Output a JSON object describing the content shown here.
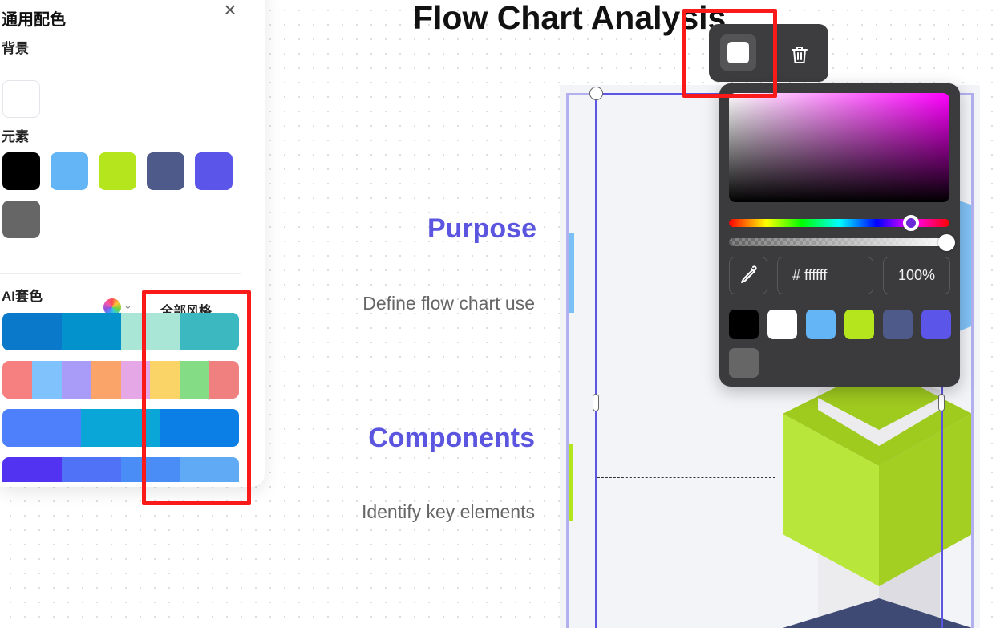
{
  "panel": {
    "title": "通用配色",
    "background_label": "背景",
    "background_color": "#ffffff",
    "elements_label": "元素",
    "element_colors": [
      "#000000",
      "#64b5f6",
      "#b5e61d",
      "#4e5b8a",
      "#5b55e9",
      "#666666"
    ],
    "ai_palette_label": "AI套色",
    "style_select": "全部风格",
    "palettes": [
      [
        "#0a79c9",
        "#0492cc",
        "#a9e6d6",
        "#3bb8c0"
      ],
      [
        "#f67f7f",
        "#7fc2fc",
        "#a99cf9",
        "#fba46a",
        "#e6a7e6",
        "#fad466",
        "#84dc84",
        "#f08080"
      ],
      [
        "#4f80fc",
        "#0aa6d8",
        "#0b7fe6"
      ],
      [
        "#5133f1",
        "#4f72f7",
        "#4a8df6",
        "#60aaf5"
      ]
    ]
  },
  "slide": {
    "title": "Flow Chart Analysis",
    "sections": [
      {
        "heading": "Purpose",
        "description": "Define flow chart use"
      },
      {
        "heading": "Components",
        "description": "Identify key elements"
      }
    ]
  },
  "toolbar": {
    "fill_color": "#ffffff",
    "trash_icon": "trash-icon"
  },
  "picker": {
    "hue_color": "#ff00ff",
    "hex_value": "# ffffff",
    "opacity": "100%",
    "swatches": [
      "#000000",
      "#ffffff",
      "#64b5f6",
      "#b5e61d",
      "#4e5b8a",
      "#5b55e9",
      "#666666"
    ]
  }
}
